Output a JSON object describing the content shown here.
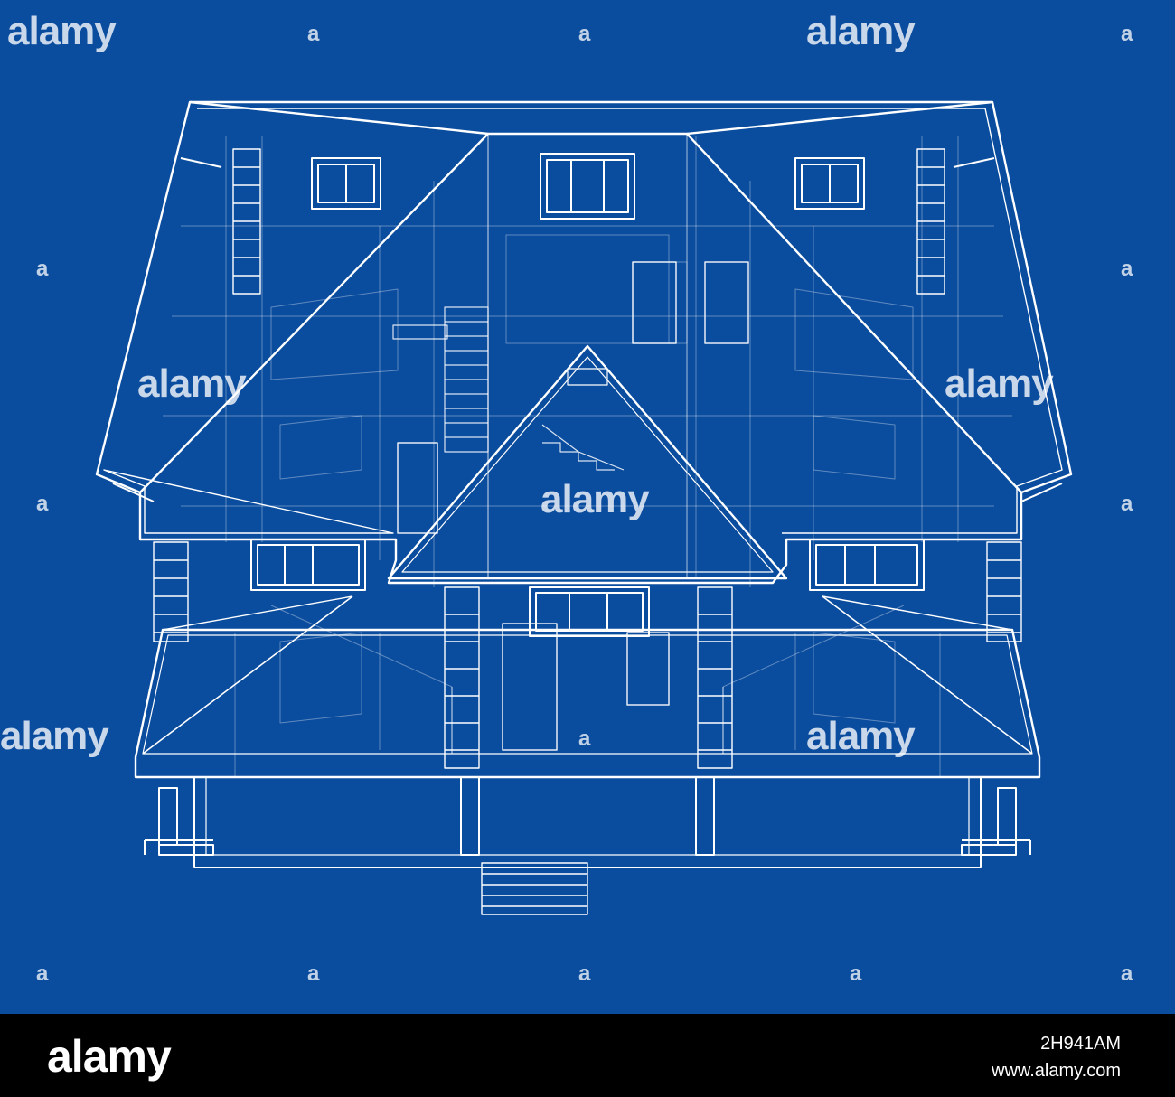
{
  "image": {
    "background_color": "#0a4c9e",
    "line_color": "#ffffff",
    "subject": "house-wireframe-blueprint"
  },
  "watermark": {
    "text": "alamy",
    "mark": "a"
  },
  "footer": {
    "logo_text": "alamy",
    "image_id": "2H941AM",
    "site": "www.alamy.com"
  }
}
